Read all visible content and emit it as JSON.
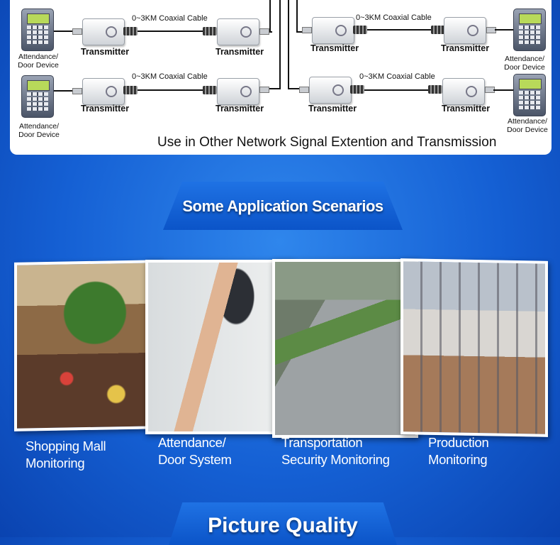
{
  "diagram": {
    "cable_label": "0~3KM Coaxial Cable",
    "transmitter_label": "Transmitter",
    "device_label_line1": "Attendance/",
    "device_label_line2": "Door Device",
    "caption": "Use in Other Network Signal Extention and Transmission"
  },
  "section1": {
    "title": "Some Application Scenarios"
  },
  "scenarios": [
    {
      "line1": "Shopping Mall",
      "line2": "Monitoring"
    },
    {
      "line1": "Attendance/",
      "line2": "Door System"
    },
    {
      "line1": "Transportation",
      "line2": "Security Monitoring"
    },
    {
      "line1": "Production",
      "line2": "Monitoring"
    }
  ],
  "section2": {
    "title": "Picture Quality"
  }
}
